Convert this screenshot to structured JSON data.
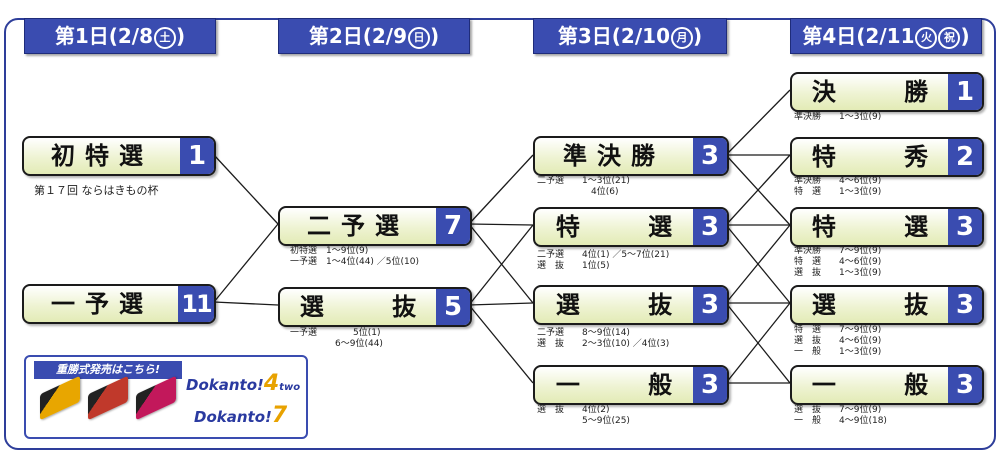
{
  "days": [
    {
      "label": "第1日(2/8",
      "mark": "土"
    },
    {
      "label": "第2日(2/9",
      "mark": "日"
    },
    {
      "label": "第3日(2/10",
      "mark": "月"
    },
    {
      "label": "第4日(2/11",
      "mark": "火",
      "mark2": "祝"
    }
  ],
  "races": {
    "shotokusen": {
      "name": "初特選",
      "num": "1"
    },
    "ichiyosen": {
      "name": "一予選",
      "num": "11"
    },
    "niyosen": {
      "name": "二予選",
      "num": "7"
    },
    "senbatsu2": {
      "name": "選 抜",
      "num": "5"
    },
    "junkessho": {
      "name": "準決勝",
      "num": "3"
    },
    "tokusen3": {
      "name": "特 選",
      "num": "3"
    },
    "senbatsu3": {
      "name": "選 抜",
      "num": "3"
    },
    "ippan3": {
      "name": "一 般",
      "num": "3"
    },
    "kessho": {
      "name": "決 勝",
      "num": "1"
    },
    "tokushu": {
      "name": "特 秀",
      "num": "2"
    },
    "tokusen4": {
      "name": "特 選",
      "num": "3"
    },
    "senbatsu4": {
      "name": "選 抜",
      "num": "3"
    },
    "ippan4": {
      "name": "一 般",
      "num": "3"
    }
  },
  "subtitle": "第１７回 ならはきもの杯",
  "notes": {
    "niyosen": "初特選　1～9位(9)\n一予選　1～4位(44) ／5位(10)",
    "senbatsu2": "一予選　　　　5位(1)\n　　　　　6～9位(44)",
    "junkessho": "二予選　　1～3位(21)\n　　　　　　4位(6)",
    "tokusen3": "二予選　　4位(1) ／5～7位(21)\n選　抜　　1位(5)",
    "senbatsu3": "二予選　　8～9位(14)\n選　抜　　2～3位(10) ／4位(3)",
    "ippan3": "選　抜　　4位(2)\n　　　　　5～9位(25)",
    "kessho": "準決勝　　1～3位(9)",
    "tokushu": "準決勝　　4～6位(9)\n特　選　　1～3位(9)",
    "tokusen4": "準決勝　　7～9位(9)\n特　選　　4～6位(9)\n選　抜　　1～3位(9)",
    "senbatsu4": "特　選　　7～9位(9)\n選　抜　　4～6位(9)\n一　般　　1～3位(9)",
    "ippan4": "選　抜　　7～9位(9)\n一　般　　4～9位(18)"
  },
  "promo": {
    "title": "重勝式発売はこちら!",
    "logo1": "Dokanto!",
    "logo1_suffix": "4",
    "logo1_small": "two",
    "logo2": "Dokanto!",
    "logo2_suffix": "7",
    "ticket_colors": [
      "#e8a600",
      "#c0392b",
      "#c2185b"
    ]
  },
  "colors": {
    "accent": "#3a4cb0",
    "box_fill": "#eef3d2",
    "line": "#1b1b1b"
  }
}
